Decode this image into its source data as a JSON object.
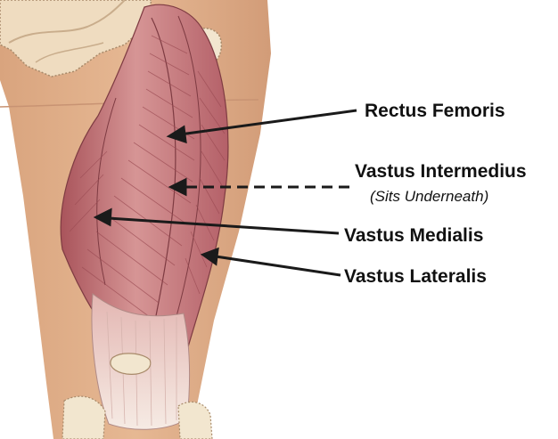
{
  "labels": {
    "rectus_femoris": "Rectus Femoris",
    "vastus_intermedius": "Vastus Intermedius",
    "vastus_intermedius_note": "(Sits Underneath)",
    "vastus_medialis": "Vastus Medialis",
    "vastus_lateralis": "Vastus Lateralis"
  },
  "colors": {
    "skin": "#e2b28c",
    "muscle": "#c97a7a",
    "muscle_dark": "#9c4b52",
    "tendon": "#f1e2d8",
    "bone": "#f2e6cf",
    "text": "#111111"
  }
}
